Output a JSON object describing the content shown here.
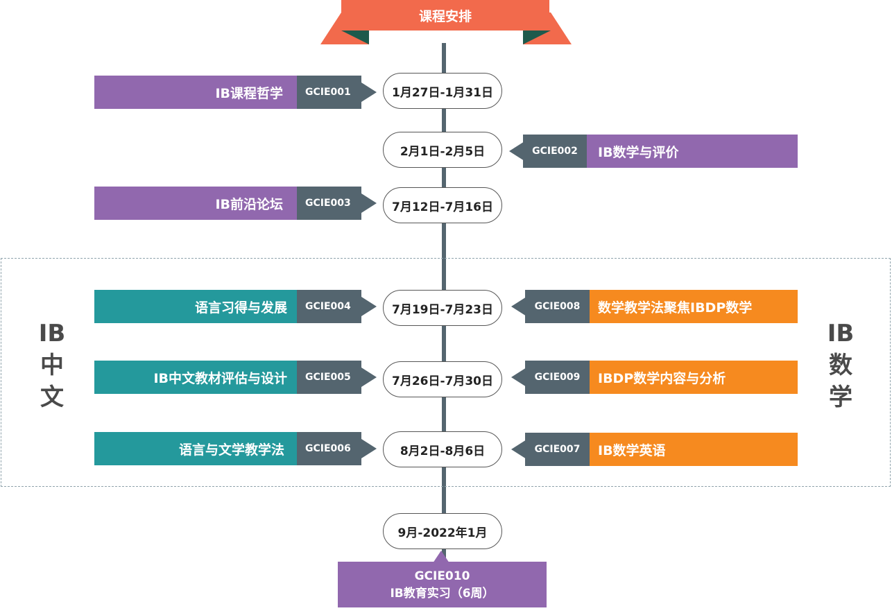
{
  "header": {
    "title": "课程安排"
  },
  "side_labels": {
    "left": [
      "IB",
      "中",
      "文"
    ],
    "right": [
      "IB",
      "数",
      "学"
    ]
  },
  "timeline": [
    {
      "date": "1月27日-1月31日"
    },
    {
      "date": "2月1日-2月5日"
    },
    {
      "date": "7月12日-7月16日"
    },
    {
      "date": "7月19日-7月23日"
    },
    {
      "date": "7月26日-7月30日"
    },
    {
      "date": "8月2日-8月6日"
    },
    {
      "date": "9月-2022年1月"
    }
  ],
  "courses": [
    {
      "code": "GCIE001",
      "title": "IB课程哲学"
    },
    {
      "code": "GCIE002",
      "title": "IB数学与评价"
    },
    {
      "code": "GCIE003",
      "title": "IB前沿论坛"
    },
    {
      "code": "GCIE004",
      "title": "语言习得与发展"
    },
    {
      "code": "GCIE005",
      "title": "IB中文教材评估与设计"
    },
    {
      "code": "GCIE006",
      "title": "语言与文学教学法"
    },
    {
      "code": "GCIE008",
      "title": "数学教学法聚焦IBDP数学"
    },
    {
      "code": "GCIE009",
      "title": "IBDP数学内容与分析"
    },
    {
      "code": "GCIE007",
      "title": "IB数学英语"
    }
  ],
  "internship": {
    "code": "GCIE010",
    "title": "IB教育实习（6周）"
  },
  "colors": {
    "purple": "#9168ae",
    "teal": "#24999c",
    "orange": "#f68a1f",
    "slate": "#54656f",
    "banner": "#f26a4c"
  }
}
